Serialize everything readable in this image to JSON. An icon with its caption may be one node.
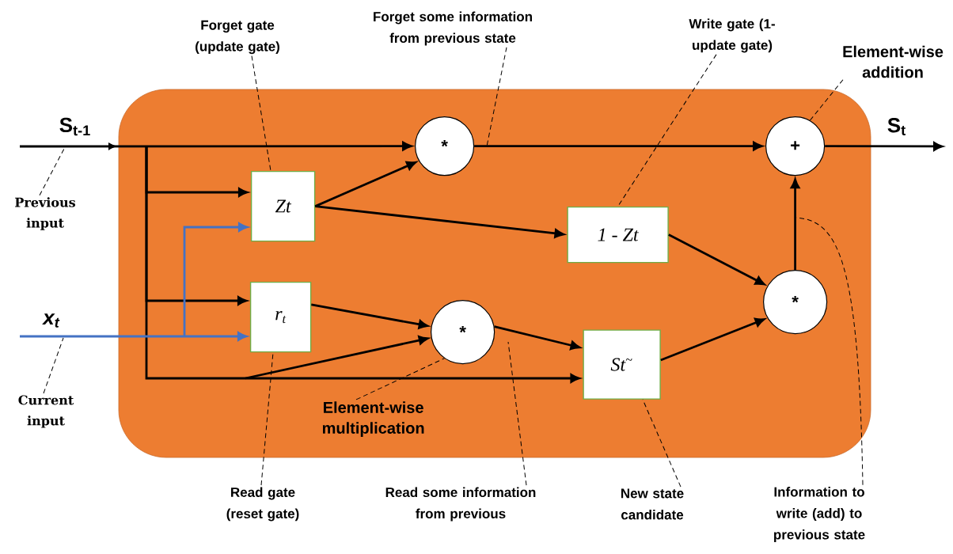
{
  "diagram": {
    "nodes": [
      {
        "text": [],
        "shape": "box"
      },
      {
        "text": [
          "Zt"
        ],
        "in": 0
      },
      {
        "text": [
          "r$_{t}$"
        ],
        "in": 0
      },
      {
        "text": [
          "*"
        ],
        "in": 0
      },
      {
        "text": [
          "1 - Zt"
        ],
        "in": 0
      },
      {
        "text": [
          "*"
        ],
        "in": 0
      },
      {
        "text": [
          "St$^{~}$"
        ],
        "in": 0
      },
      {
        "text": [
          "+"
        ],
        "in": 0
      },
      {
        "text": [
          "*"
        ],
        "in": 0
      },
      {
        "text": [
          "Forget gate (update gate)"
        ]
      },
      {
        "text": [
          "Forget some information from previous state"
        ]
      },
      {
        "text": [
          "Write gate (1- update gate)"
        ]
      },
      {
        "text": [
          "Element-wise addition"
        ]
      },
      {
        "text": [
          "Previous input"
        ]
      },
      {
        "text": [
          "Current input"
        ]
      },
      {
        "text": [
          "Element-wise multiplication"
        ],
        "in": 0
      },
      {
        "text": [
          "Read gate (reset gate)"
        ]
      },
      {
        "text": [
          "Read some information from previous"
        ]
      },
      {
        "text": [
          "New state candidate"
        ]
      },
      {
        "text": [
          "Information to write (add) to previous state"
        ]
      }
    ],
    "edges": [
      {
        "from": null,
        "to": 3,
        "arrow": "to"
      },
      {
        "from": null,
        "to": 1,
        "arrow": "to"
      },
      {
        "from": null,
        "to": 2,
        "arrow": "to"
      },
      {
        "from": null,
        "to": 6,
        "arrow": "to"
      },
      {
        "from": null,
        "to": 5,
        "arrow": "to"
      },
      {
        "from": null,
        "to": 1,
        "arrow": "to",
        "color": "#4472c4"
      },
      {
        "from": null,
        "to": 2,
        "arrow": "to",
        "color": "#4472c4"
      },
      {
        "from": 1,
        "to": 3,
        "arrow": "to"
      },
      {
        "from": 1,
        "to": 4,
        "arrow": "to"
      },
      {
        "from": 3,
        "to": 7,
        "arrow": "to"
      },
      {
        "from": 2,
        "to": 5,
        "arrow": "to"
      },
      {
        "from": 5,
        "to": 6,
        "arrow": "to"
      },
      {
        "from": 4,
        "to": 8,
        "arrow": "to"
      },
      {
        "from": 6,
        "to": 8,
        "arrow": "to"
      },
      {
        "from": 8,
        "to": 7,
        "arrow": "to"
      },
      {
        "from": 7,
        "to": null,
        "arrow": "to"
      },
      {
        "from": 9,
        "to": 1,
        "arrow": "none",
        "style": "dashed"
      },
      {
        "from": 10,
        "to": null,
        "arrow": "none",
        "style": "dashed"
      },
      {
        "from": 11,
        "to": 4,
        "arrow": "none",
        "style": "dashed"
      },
      {
        "from": 12,
        "to": 7,
        "arrow": "none",
        "style": "dashed"
      },
      {
        "from": 13,
        "to": null,
        "arrow": "none",
        "style": "dashed"
      },
      {
        "from": 14,
        "to": null,
        "arrow": "none",
        "style": "dashed"
      },
      {
        "from": 15,
        "to": 5,
        "arrow": "none",
        "style": "dashed"
      },
      {
        "from": 16,
        "to": 2,
        "arrow": "none",
        "style": "dashed"
      },
      {
        "from": 17,
        "to": null,
        "arrow": "none",
        "style": "dashed"
      },
      {
        "from": 18,
        "to": 6,
        "arrow": "none",
        "style": "dashed"
      },
      {
        "from": 19,
        "to": null,
        "arrow": "none",
        "style": "dashed"
      }
    ],
    "labels": [
      "S$_{t-1}$",
      "x$_{t}$",
      "S$_{t}$"
    ]
  }
}
